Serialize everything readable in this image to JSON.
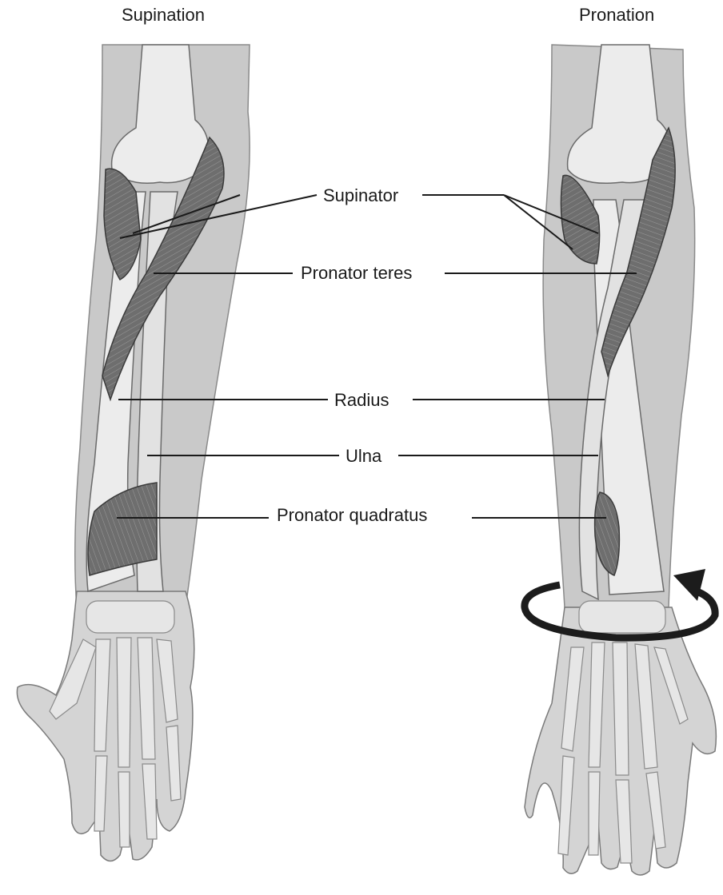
{
  "titles": {
    "left": "Supination",
    "right": "Pronation"
  },
  "labels": {
    "supinator": "Supinator",
    "pronator_teres": "Pronator teres",
    "radius": "Radius",
    "ulna": "Ulna",
    "pronator_quadratus": "Pronator quadratus"
  },
  "colors": {
    "skin": "#c9c9c9",
    "bone": "#ececec",
    "muscle": "#6e6e6e",
    "outline": "#3a3a3a",
    "arrow": "#1c1c1c"
  }
}
